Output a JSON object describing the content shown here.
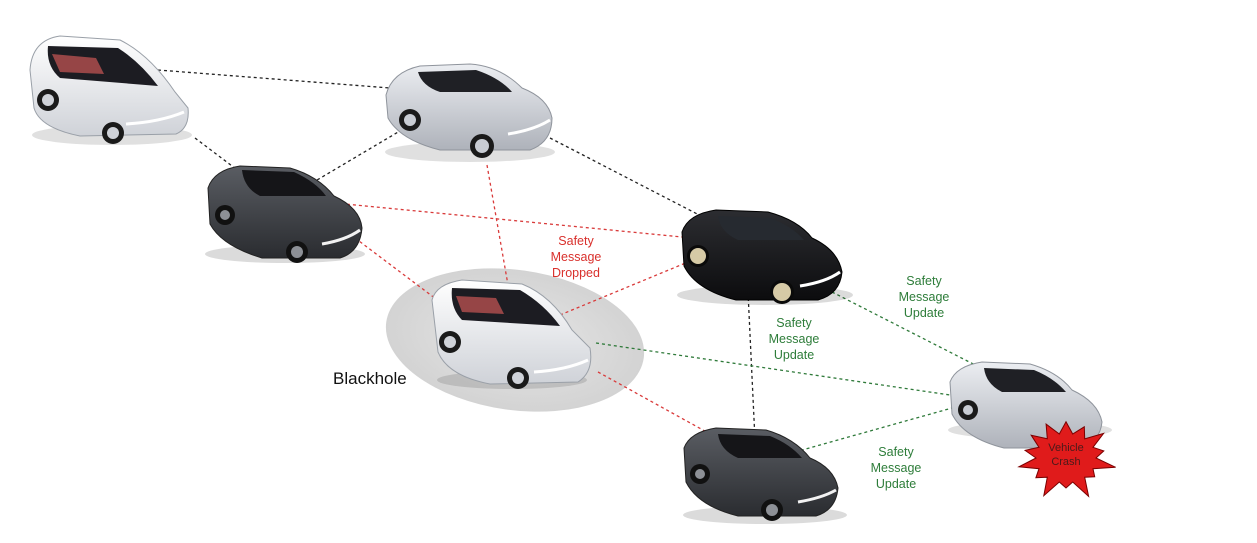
{
  "colors": {
    "link_normal": "#222222",
    "link_dropped": "#d93a3a",
    "link_update": "#2f7a3a",
    "label_dropped": "#d9302c",
    "label_update": "#2e7d3a",
    "blackhole_zone": "#d9d9d9",
    "car_silver": "#d7d9de",
    "car_dark": "#3d3f44",
    "car_black": "#1a1a1c",
    "car_white": "#eef0f4",
    "crash_fill": "#e01b1b",
    "crash_text": "#4a1a1a"
  },
  "labels": {
    "blackhole": "Blackhole",
    "dropped": [
      "Safety",
      "Message",
      "Dropped"
    ],
    "update_mid": [
      "Safety",
      "Message",
      "Update"
    ],
    "update_right": [
      "Safety",
      "Message",
      "Update"
    ],
    "update_bottom": [
      "Safety",
      "Message",
      "Update"
    ],
    "crash": [
      "Vehicle",
      "Crash"
    ]
  },
  "vehicles": [
    {
      "id": "minivan-top-left",
      "kind": "minivan",
      "color": "white"
    },
    {
      "id": "sedan-top-center",
      "kind": "sedan",
      "color": "silver"
    },
    {
      "id": "sedan-left-dark",
      "kind": "sedan",
      "color": "dark"
    },
    {
      "id": "sedan-right-black",
      "kind": "sedan",
      "color": "black"
    },
    {
      "id": "minivan-blackhole",
      "kind": "minivan",
      "color": "white"
    },
    {
      "id": "sedan-bottom-dark",
      "kind": "sedan",
      "color": "dark"
    },
    {
      "id": "sedan-crashed",
      "kind": "sedan",
      "color": "silver"
    }
  ],
  "links": [
    {
      "from": "minivan-top-left",
      "to": "sedan-top-center",
      "type": "normal"
    },
    {
      "from": "minivan-top-left",
      "to": "sedan-left-dark",
      "type": "normal"
    },
    {
      "from": "sedan-left-dark",
      "to": "sedan-top-center",
      "type": "normal"
    },
    {
      "from": "sedan-top-center",
      "to": "sedan-right-black",
      "type": "normal"
    },
    {
      "from": "sedan-left-dark",
      "to": "sedan-right-black",
      "type": "dropped"
    },
    {
      "from": "sedan-top-center",
      "to": "minivan-blackhole",
      "type": "dropped"
    },
    {
      "from": "sedan-left-dark",
      "to": "minivan-blackhole",
      "type": "dropped"
    },
    {
      "from": "minivan-blackhole",
      "to": "sedan-right-black",
      "type": "dropped"
    },
    {
      "from": "minivan-blackhole",
      "to": "sedan-bottom-dark",
      "type": "dropped"
    },
    {
      "from": "sedan-right-black",
      "to": "sedan-bottom-dark",
      "type": "normal"
    },
    {
      "from": "minivan-blackhole",
      "to": "sedan-crashed",
      "type": "update"
    },
    {
      "from": "sedan-right-black",
      "to": "sedan-crashed",
      "type": "update"
    },
    {
      "from": "sedan-bottom-dark",
      "to": "sedan-crashed",
      "type": "update"
    }
  ]
}
